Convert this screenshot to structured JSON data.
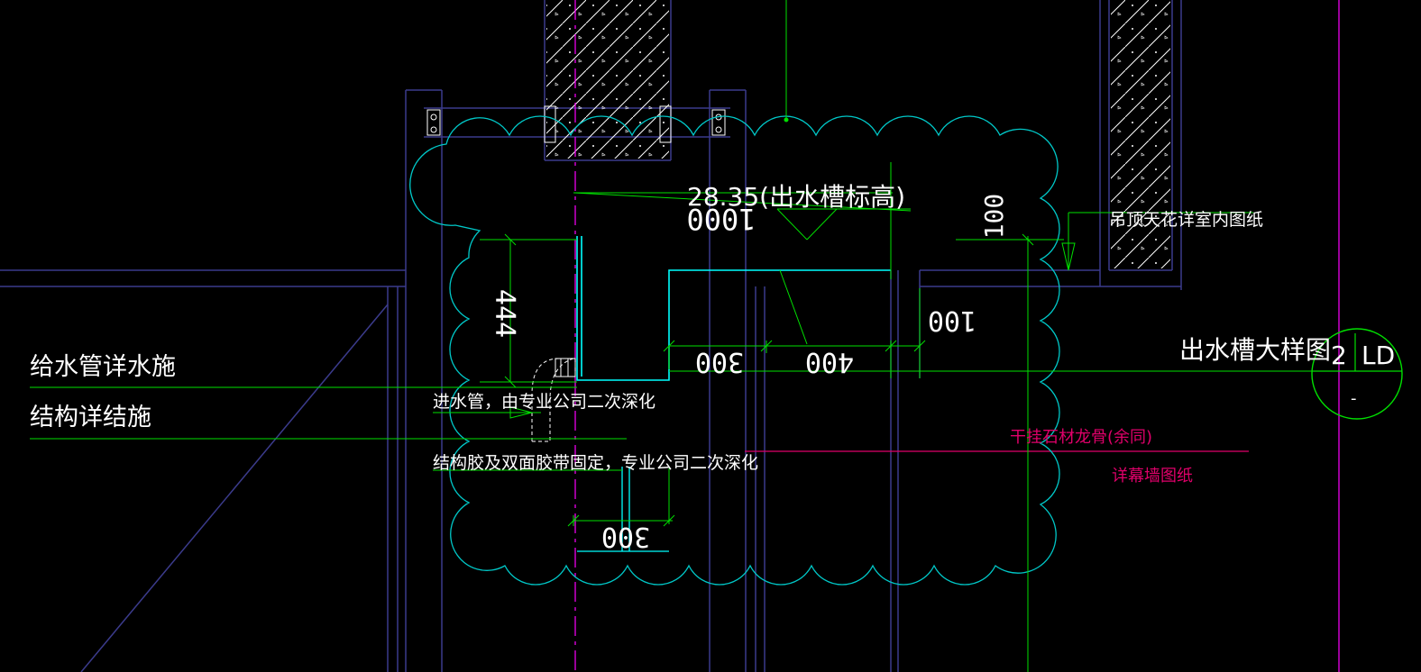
{
  "colors": {
    "background": "#000000",
    "wall": "#3b3b8c",
    "hatch": "#ffffff",
    "cloud": "#00c8c8",
    "dimension": "#00e000",
    "leader": "#00e000",
    "axis": "#ff00ff",
    "magenta_text": "#e0006a",
    "text": "#ffffff"
  },
  "annotations": {
    "elevation": "28.35(出水槽标高)",
    "ceiling_note": "吊顶天花详室内图纸",
    "water_supply_note": "给水管详水施",
    "structure_note": "结构详结施",
    "inlet_pipe_note": "进水管，由专业公司二次深化",
    "adhesive_note": "结构胶及双面胶带固定，专业公司二次深化",
    "stone_keel_note": "干挂石材龙骨(余同)",
    "curtain_wall_note": "详幕墙图纸"
  },
  "dimensions": {
    "d1000": "1000",
    "d100_top": "100",
    "d444": "444",
    "d100_right": "100",
    "d300_mid": "300",
    "d400": "400",
    "d300_bottom": "300"
  },
  "detail_tag": {
    "title": "出水槽大样图",
    "number": "2",
    "sheet": "LD",
    "sub": "-"
  }
}
